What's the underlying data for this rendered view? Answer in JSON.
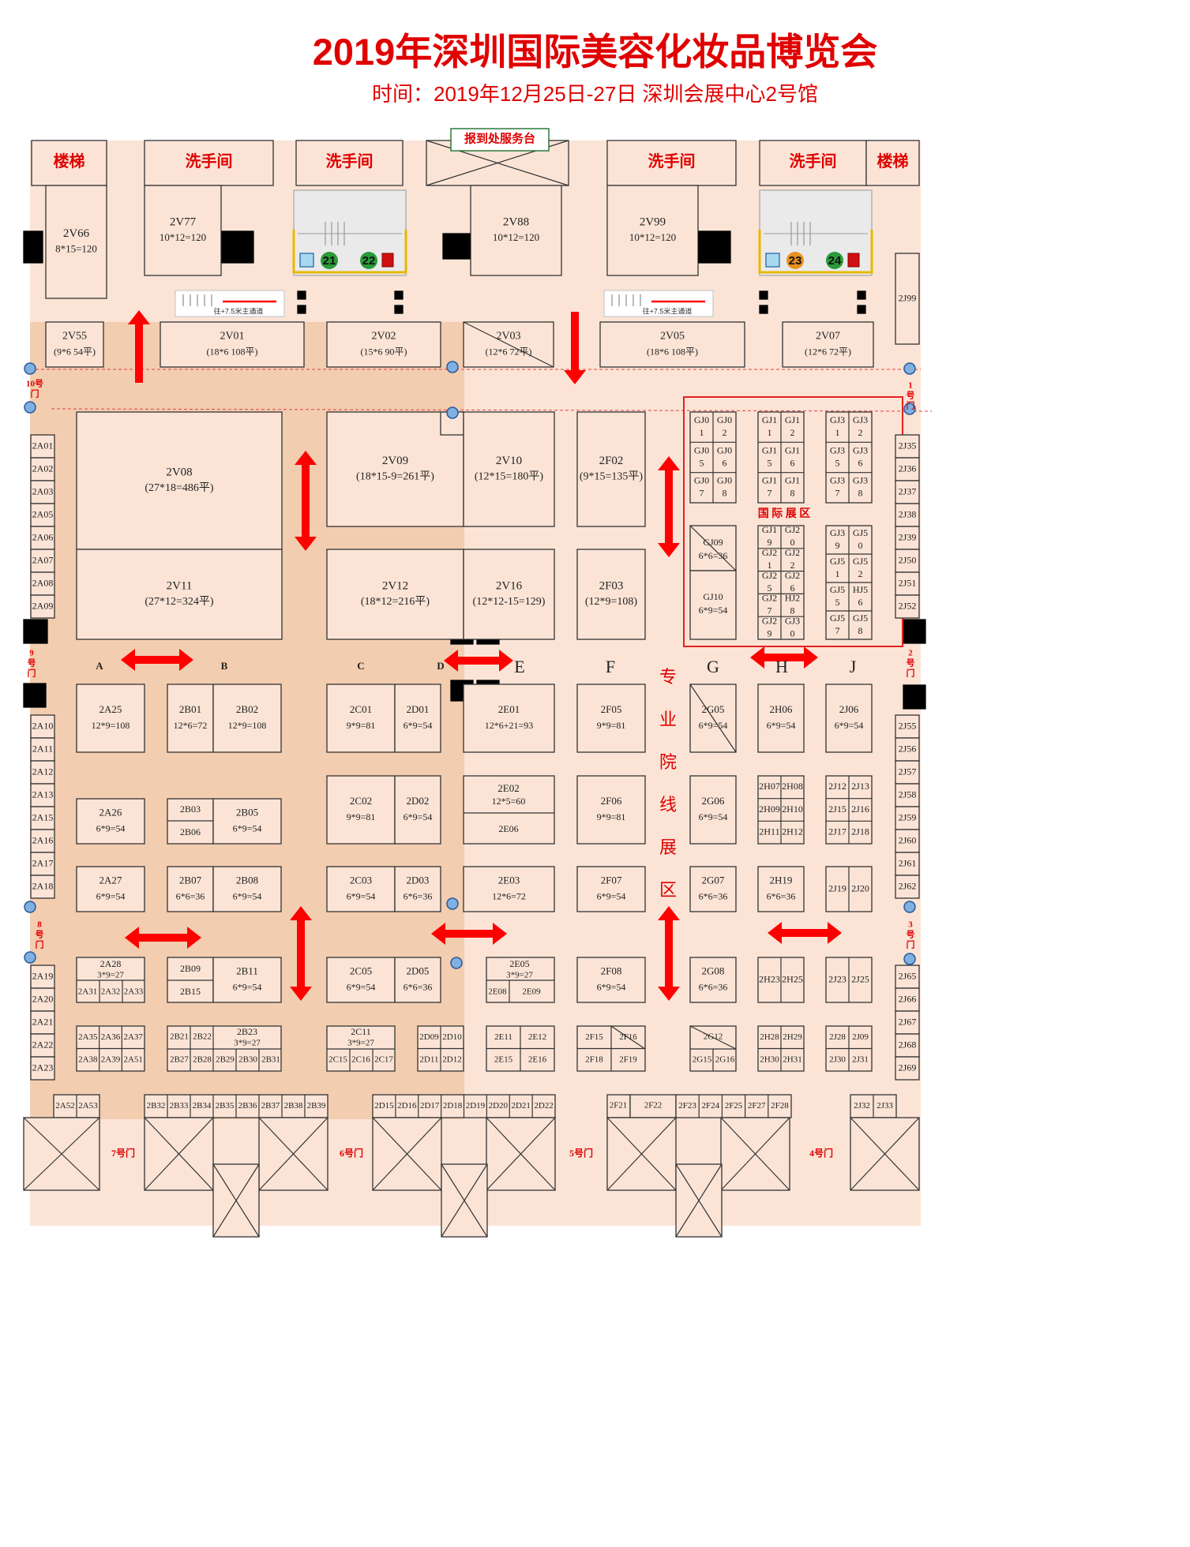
{
  "header": {
    "title": "2019年深圳国际美容化妆品博览会",
    "subtitle": "时间：2019年12月25日-27日    深圳会展中心2号馆"
  },
  "colors": {
    "title_red": "#e00000",
    "hall_bg": "#fbe4d6",
    "zone_bg": "#f3cdb0",
    "line": "#333333",
    "arrow_red": "#ff0000",
    "highlight_red": "#e62020"
  },
  "services": {
    "stairs_label": "楼梯",
    "restroom_label": "洗手间",
    "reception_label": "报到处服务台",
    "main_aisle_label": "往+7.5米主通道",
    "intl_zone_label": "国 际 展 区",
    "pro_zone_label": "专 业 院 线 展 区",
    "elevator_numbers": [
      "21",
      "22",
      "23",
      "24"
    ]
  },
  "doors": [
    "10号门",
    "1号门",
    "9号门",
    "2号门",
    "8号门",
    "3号门",
    "7号门",
    "6号门",
    "5号门",
    "4号门"
  ],
  "aisles": [
    "A",
    "B",
    "C",
    "D",
    "E",
    "F",
    "G",
    "H",
    "J"
  ],
  "booths": [
    {
      "id": "2V66",
      "size": "8*15=120"
    },
    {
      "id": "2V77",
      "size": "10*12=120"
    },
    {
      "id": "2V88",
      "size": "10*12=120"
    },
    {
      "id": "2V99",
      "size": "10*12=120"
    },
    {
      "id": "2J99",
      "size": ""
    },
    {
      "id": "2V55",
      "size": "(9*6 54平)"
    },
    {
      "id": "2V01",
      "size": "(18*6 108平)"
    },
    {
      "id": "2V02",
      "size": "(15*6 90平)"
    },
    {
      "id": "2V03",
      "size": "(12*6 72平)"
    },
    {
      "id": "2V05",
      "size": "(18*6 108平)"
    },
    {
      "id": "2V07",
      "size": "(12*6 72平)"
    },
    {
      "id": "2V08",
      "size": "(27*18=486平)"
    },
    {
      "id": "2V11",
      "size": "(27*12=324平)"
    },
    {
      "id": "2V09",
      "size": "(18*15-9=261平)"
    },
    {
      "id": "2V10",
      "size": "(12*15=180平)"
    },
    {
      "id": "2F02",
      "size": "(9*15=135平)"
    },
    {
      "id": "2V12",
      "size": "(18*12=216平)"
    },
    {
      "id": "2V16",
      "size": "(12*12-15=129)"
    },
    {
      "id": "2F03",
      "size": "(12*9=108)"
    },
    {
      "id": "GJ09",
      "size": "6*6=36"
    },
    {
      "id": "GJ10",
      "size": "6*9=54"
    },
    {
      "id": "2A25",
      "size": "12*9=108"
    },
    {
      "id": "2B01",
      "size": "12*6=72"
    },
    {
      "id": "2B02",
      "size": "12*9=108"
    },
    {
      "id": "2C01",
      "size": "9*9=81"
    },
    {
      "id": "2D01",
      "size": "6*9=54"
    },
    {
      "id": "2E01",
      "size": "12*6+21=93"
    },
    {
      "id": "2F05",
      "size": "9*9=81"
    },
    {
      "id": "2G05",
      "size": "6*9=54"
    },
    {
      "id": "2H06",
      "size": "6*9=54"
    },
    {
      "id": "2J06",
      "size": "6*9=54"
    },
    {
      "id": "2A26",
      "size": "6*9=54"
    },
    {
      "id": "2B03",
      "size": ""
    },
    {
      "id": "2B06",
      "size": ""
    },
    {
      "id": "2B05",
      "size": "6*9=54"
    },
    {
      "id": "2C02",
      "size": "9*9=81"
    },
    {
      "id": "2D02",
      "size": "6*9=54"
    },
    {
      "id": "2E02",
      "size": "12*5=60"
    },
    {
      "id": "2E06",
      "size": ""
    },
    {
      "id": "2F06",
      "size": "9*9=81"
    },
    {
      "id": "2G06",
      "size": "6*9=54"
    },
    {
      "id": "2A27",
      "size": "6*9=54"
    },
    {
      "id": "2B07",
      "size": "6*6=36"
    },
    {
      "id": "2B08",
      "size": "6*9=54"
    },
    {
      "id": "2C03",
      "size": "6*9=54"
    },
    {
      "id": "2D03",
      "size": "6*6=36"
    },
    {
      "id": "2E03",
      "size": "12*6=72"
    },
    {
      "id": "2F07",
      "size": "6*9=54"
    },
    {
      "id": "2G07",
      "size": "6*6=36"
    },
    {
      "id": "2H19",
      "size": "6*6=36"
    },
    {
      "id": "2A28",
      "size": "3*9=27"
    },
    {
      "id": "2B09",
      "size": ""
    },
    {
      "id": "2B15",
      "size": ""
    },
    {
      "id": "2B11",
      "size": "6*9=54"
    },
    {
      "id": "2C05",
      "size": "6*9=54"
    },
    {
      "id": "2D05",
      "size": "6*6=36"
    },
    {
      "id": "2E05",
      "size": "3*9=27"
    },
    {
      "id": "2F08",
      "size": "6*9=54"
    },
    {
      "id": "2G08",
      "size": "6*6=36"
    },
    {
      "id": "2B23",
      "size": "3*9=27"
    },
    {
      "id": "2C11",
      "size": "3*9=27"
    }
  ],
  "small_booths": [
    "GJ01",
    "GJ02",
    "GJ05",
    "GJ06",
    "GJ07",
    "GJ08",
    "GJ11",
    "GJ12",
    "GJ15",
    "GJ16",
    "GJ17",
    "GJ18",
    "GJ31",
    "GJ32",
    "GJ35",
    "GJ36",
    "GJ37",
    "GJ38",
    "GJ19",
    "GJ20",
    "GJ21",
    "GJ22",
    "GJ25",
    "GJ26",
    "GJ27",
    "HJ28",
    "GJ29",
    "GJ30",
    "GJ39",
    "GJ50",
    "GJ51",
    "GJ52",
    "GJ55",
    "HJ56",
    "GJ57",
    "GJ58",
    "2A01",
    "2A02",
    "2A03",
    "2A05",
    "2A06",
    "2A07",
    "2A08",
    "2A09",
    "2A10",
    "2A11",
    "2A12",
    "2A13",
    "2A15",
    "2A16",
    "2A17",
    "2A18",
    "2A19",
    "2A20",
    "2A21",
    "2A22",
    "2A23",
    "2J35",
    "2J36",
    "2J37",
    "2J38",
    "2J39",
    "2J50",
    "2J51",
    "2J52",
    "2J55",
    "2J56",
    "2J57",
    "2J58",
    "2J59",
    "2J60",
    "2J61",
    "2J62",
    "2J65",
    "2J66",
    "2J67",
    "2J68",
    "2J69",
    "2H07",
    "2H08",
    "2H09",
    "2H10",
    "2H11",
    "2H12",
    "2J12",
    "2J13",
    "2J15",
    "2J16",
    "2J17",
    "2J18",
    "2J19",
    "2J20",
    "2A31",
    "2A32",
    "2A33",
    "2E08",
    "2E09",
    "2H23",
    "2H25",
    "2J23",
    "2J25",
    "2A35",
    "2A36",
    "2A37",
    "2A38",
    "2A39",
    "2A51",
    "2B21",
    "2B22",
    "2B27",
    "2B28",
    "2B29",
    "2B30",
    "2B31",
    "2C15",
    "2C16",
    "2C17",
    "2D09",
    "2D10",
    "2D11",
    "2D12",
    "2E11",
    "2E12",
    "2E15",
    "2E16",
    "2F15",
    "2F16",
    "2F18",
    "2F19",
    "2G12",
    "2G15",
    "2G16",
    "2H28",
    "2H29",
    "2H30",
    "2H31",
    "2J28",
    "2J09",
    "2J30",
    "2J31",
    "2A52",
    "2A53",
    "2B32",
    "2B33",
    "2B34",
    "2B35",
    "2B36",
    "2B37",
    "2B38",
    "2B39",
    "2D15",
    "2D16",
    "2D17",
    "2D18",
    "2D19",
    "2D20",
    "2D21",
    "2D22",
    "2F21",
    "2F22",
    "2F23",
    "2F24",
    "2F25",
    "2F27",
    "2F28",
    "2J32",
    "2J33"
  ]
}
